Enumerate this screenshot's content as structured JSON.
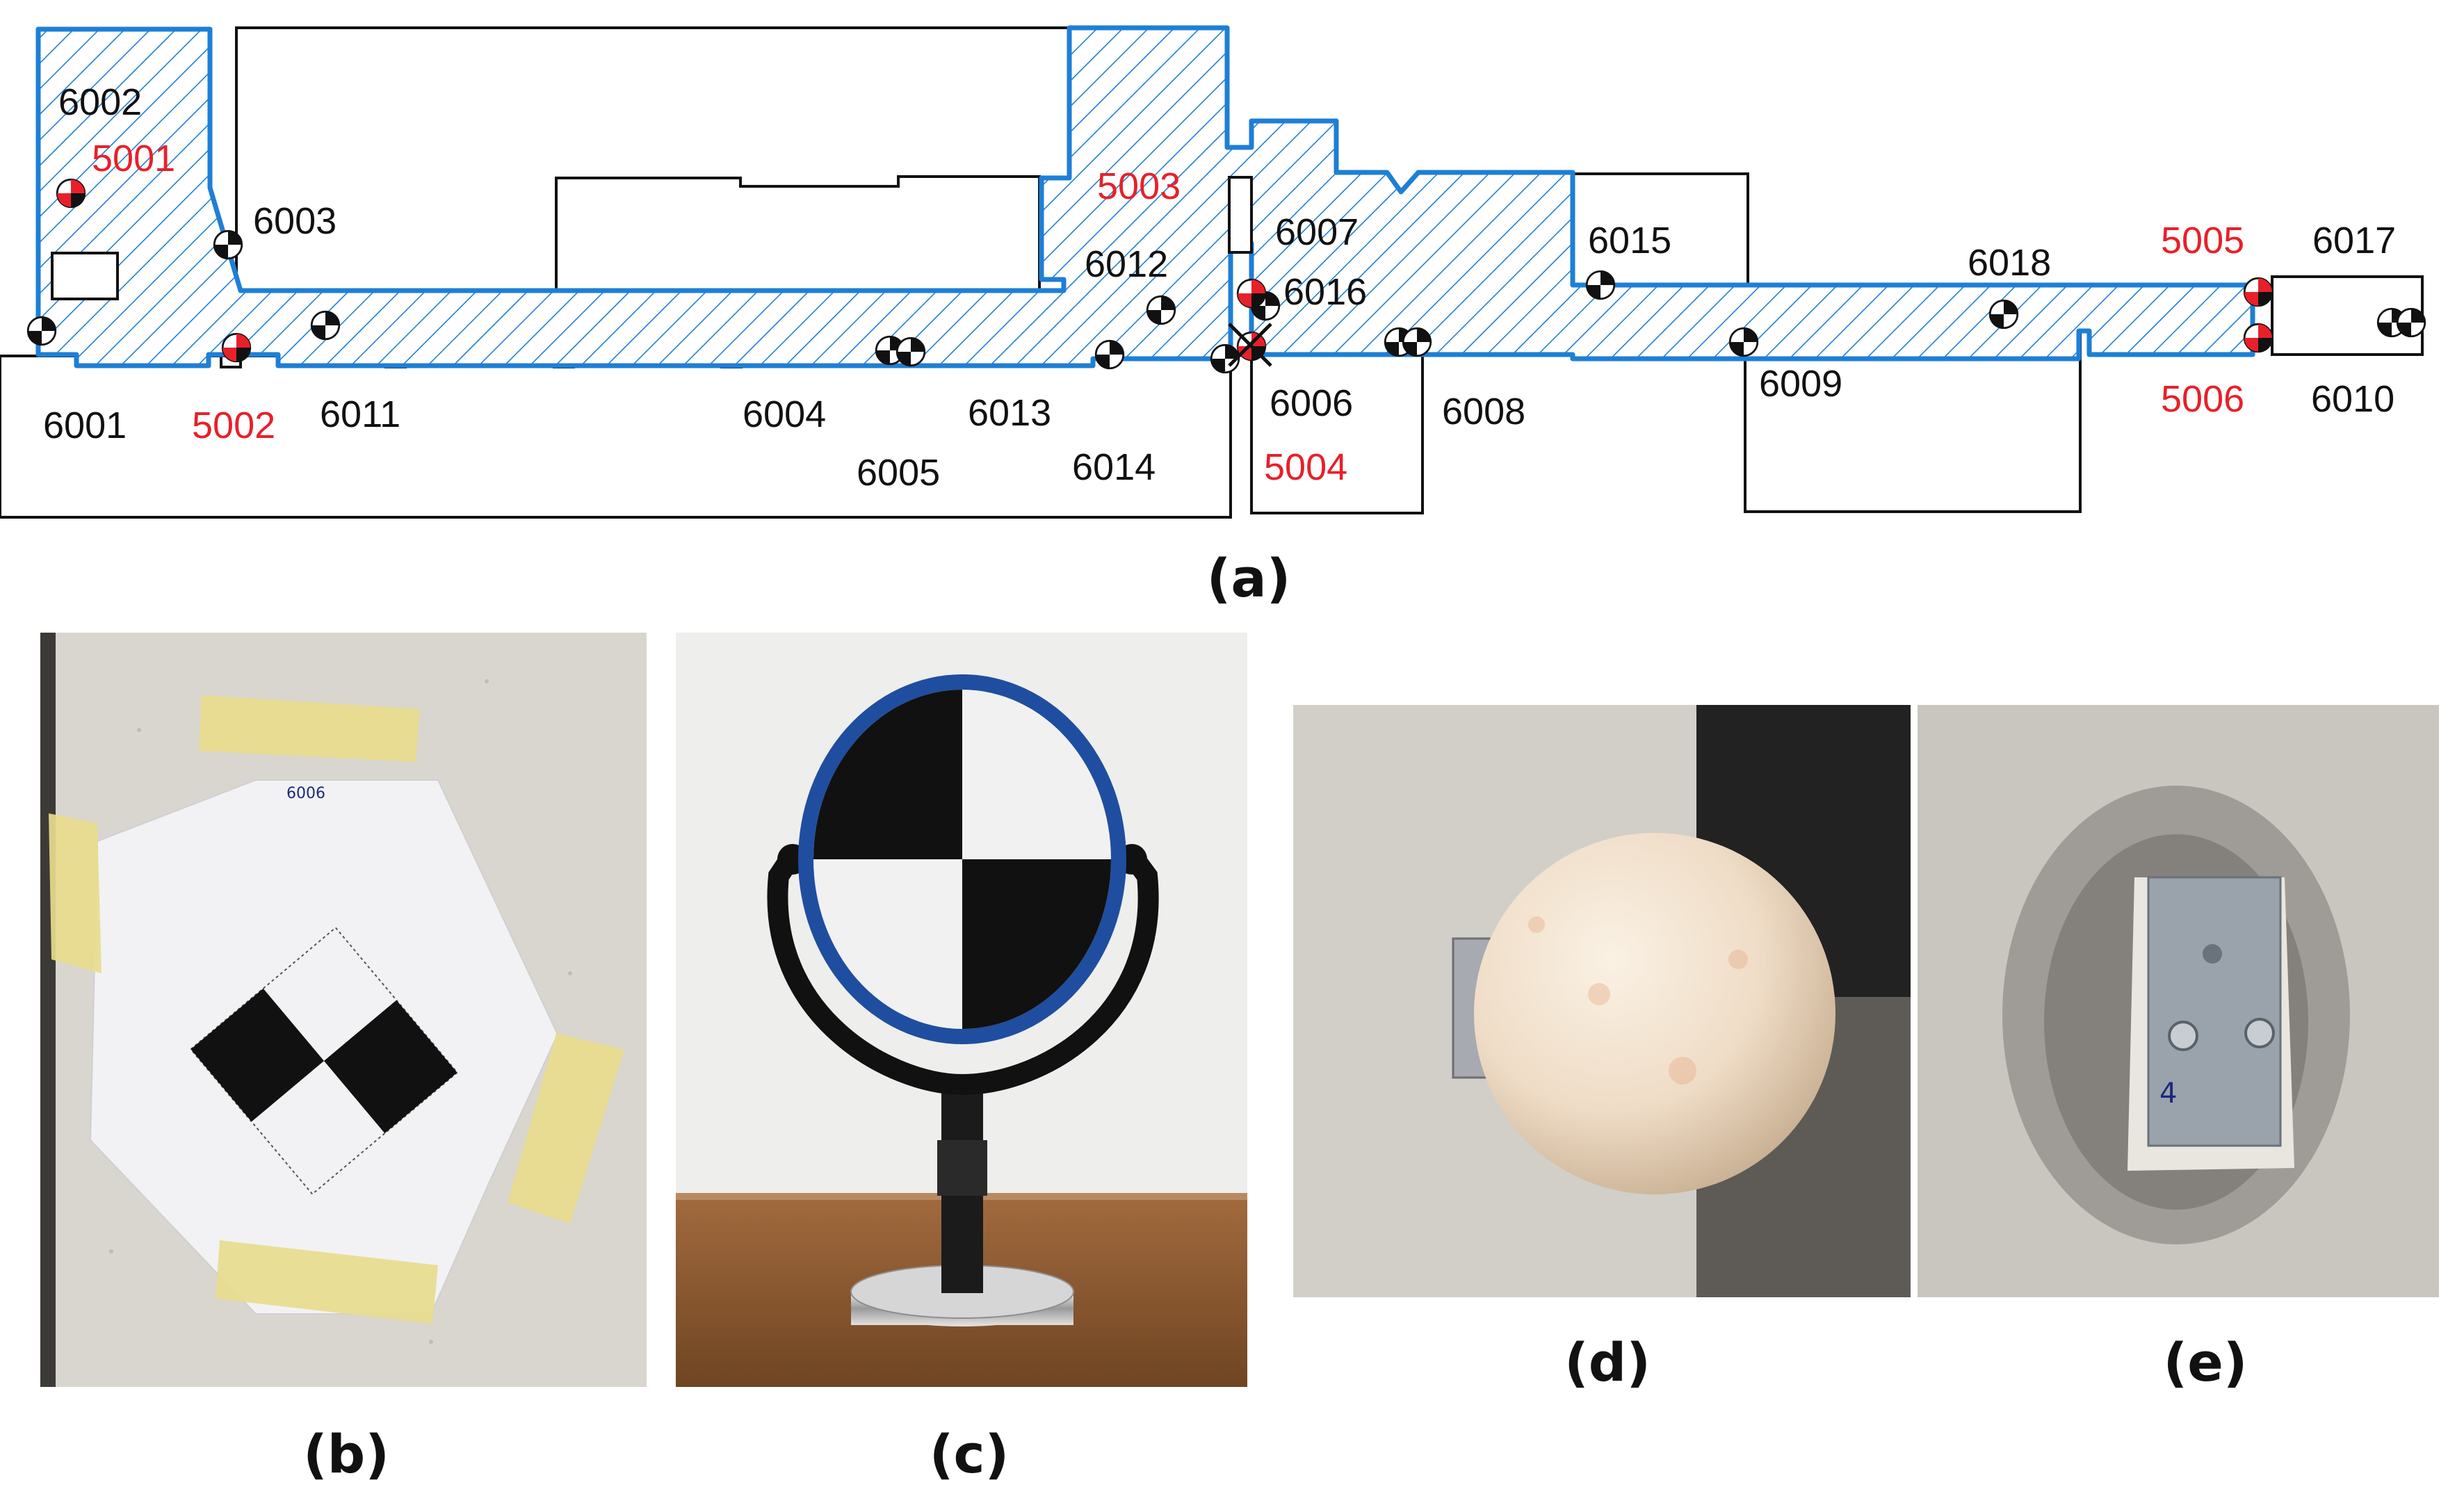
{
  "colors": {
    "corridor_outline": "#1e7fd6",
    "hatch": "#1e7fd6",
    "black_label": "#111111",
    "red_label": "#e8202a"
  },
  "plan": {
    "black_labels": [
      {
        "key": "6001",
        "text": "6001"
      },
      {
        "key": "6002",
        "text": "6002"
      },
      {
        "key": "6003",
        "text": "6003"
      },
      {
        "key": "6004",
        "text": "6004"
      },
      {
        "key": "6005",
        "text": "6005"
      },
      {
        "key": "6006",
        "text": "6006"
      },
      {
        "key": "6007",
        "text": "6007"
      },
      {
        "key": "6008",
        "text": "6008"
      },
      {
        "key": "6009",
        "text": "6009"
      },
      {
        "key": "6010",
        "text": "6010"
      },
      {
        "key": "6011",
        "text": "6011"
      },
      {
        "key": "6012",
        "text": "6012"
      },
      {
        "key": "6013",
        "text": "6013"
      },
      {
        "key": "6014",
        "text": "6014"
      },
      {
        "key": "6015",
        "text": "6015"
      },
      {
        "key": "6016",
        "text": "6016"
      },
      {
        "key": "6017",
        "text": "6017"
      },
      {
        "key": "6018",
        "text": "6018"
      }
    ],
    "red_labels": [
      {
        "key": "5001",
        "text": "5001"
      },
      {
        "key": "5002",
        "text": "5002"
      },
      {
        "key": "5003",
        "text": "5003"
      },
      {
        "key": "5004",
        "text": "5004"
      },
      {
        "key": "5005",
        "text": "5005"
      },
      {
        "key": "5006",
        "text": "5006"
      }
    ]
  },
  "photos": {
    "b": {
      "target_label": "6006"
    },
    "e": {
      "plate_label": "4"
    }
  },
  "captions": {
    "a": "(a)",
    "b": "(b)",
    "c": "(c)",
    "d": "(d)",
    "e": "(e)"
  }
}
